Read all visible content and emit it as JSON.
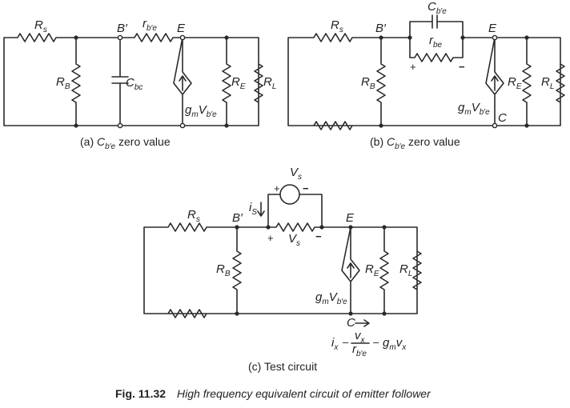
{
  "labels": {
    "Rs": "R",
    "Rs_sub": "s",
    "RB": "R",
    "RB_sub": "B",
    "RE": "R",
    "RE_sub": "E",
    "RL": "R",
    "RL_sub": "L",
    "rbe_main": "r",
    "rbe_sub": "b′e",
    "rbe2_main": "r",
    "rbe2_sub": "be",
    "Cbc_main": "C",
    "Cbc_sub": "bc",
    "Cbe_main": "C",
    "Cbe_sub": "b′e",
    "Bprime": "B′",
    "E": "E",
    "C": "C",
    "gm_main": "g",
    "gm_sub": "m",
    "Vbe_main": "V",
    "Vbe_sub": "b′e",
    "Vs_main": "V",
    "Vs_sub": "s",
    "is_main": "i",
    "is_sub": "S",
    "ix_main": "i",
    "ix_sub": "x",
    "vx_main": "v",
    "vx_sub": "x",
    "vx2_main": "v",
    "vx2_sub": "x",
    "plus": "+",
    "minus": "−",
    "dash": "–"
  },
  "captions": {
    "a_prefix": "(a) ",
    "a_suffix": " zero value",
    "b_prefix": "(b) ",
    "b_suffix": " zero value",
    "c": "(c) Test circuit"
  },
  "figure": {
    "number": "Fig. 11.32",
    "title": "High frequency equivalent circuit of emitter follower"
  }
}
